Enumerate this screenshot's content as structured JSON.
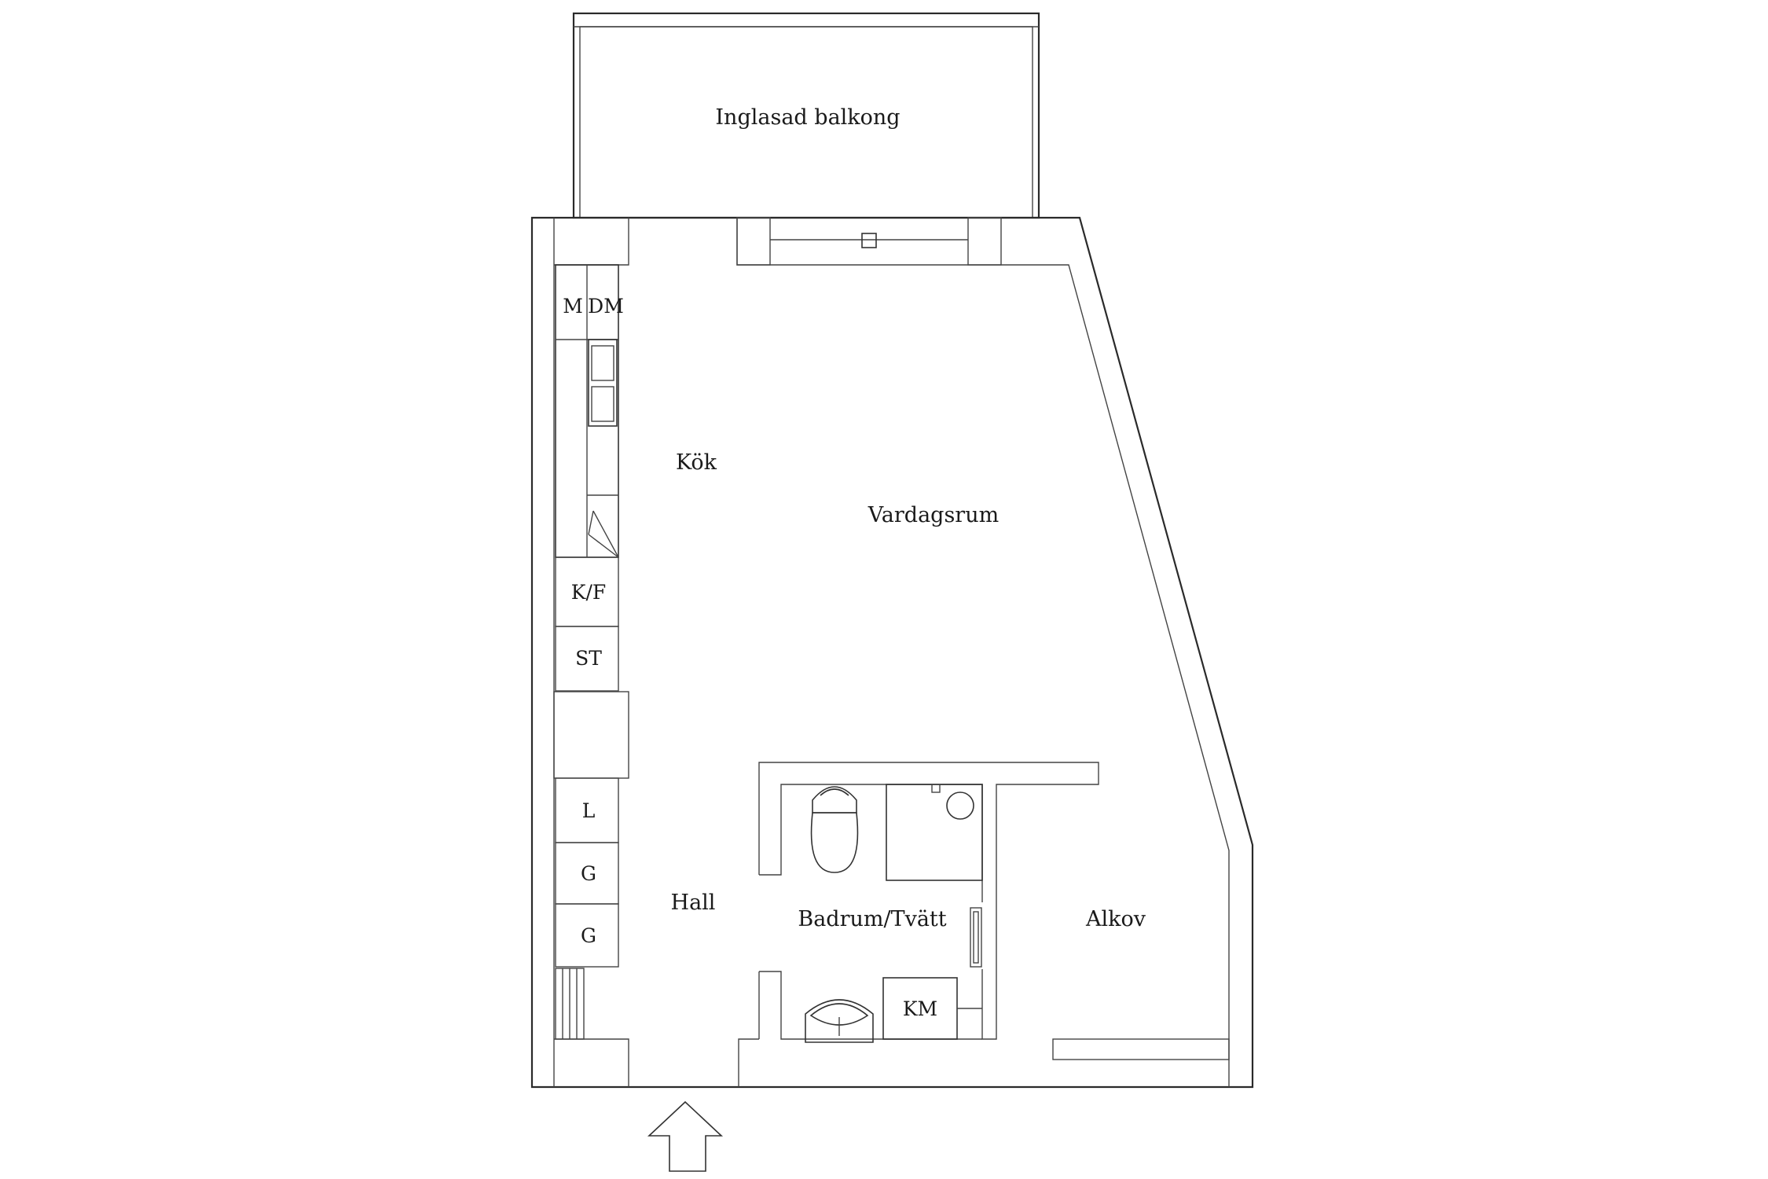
{
  "rooms": {
    "balcony": "Inglasad balkong",
    "kitchen": "Kök",
    "living": "Vardagsrum",
    "hall": "Hall",
    "bathroom": "Badrum/Tvätt",
    "alcove": "Alkov"
  },
  "fixtures": {
    "microwave": "M",
    "dishwasher": "DM",
    "fridge_freezer": "K/F",
    "storage": "ST",
    "linen": "L",
    "wardrobe_1": "G",
    "wardrobe_2": "G",
    "washer": "KM"
  },
  "colors": {
    "line": "#2a2a2a",
    "background": "#ffffff"
  }
}
